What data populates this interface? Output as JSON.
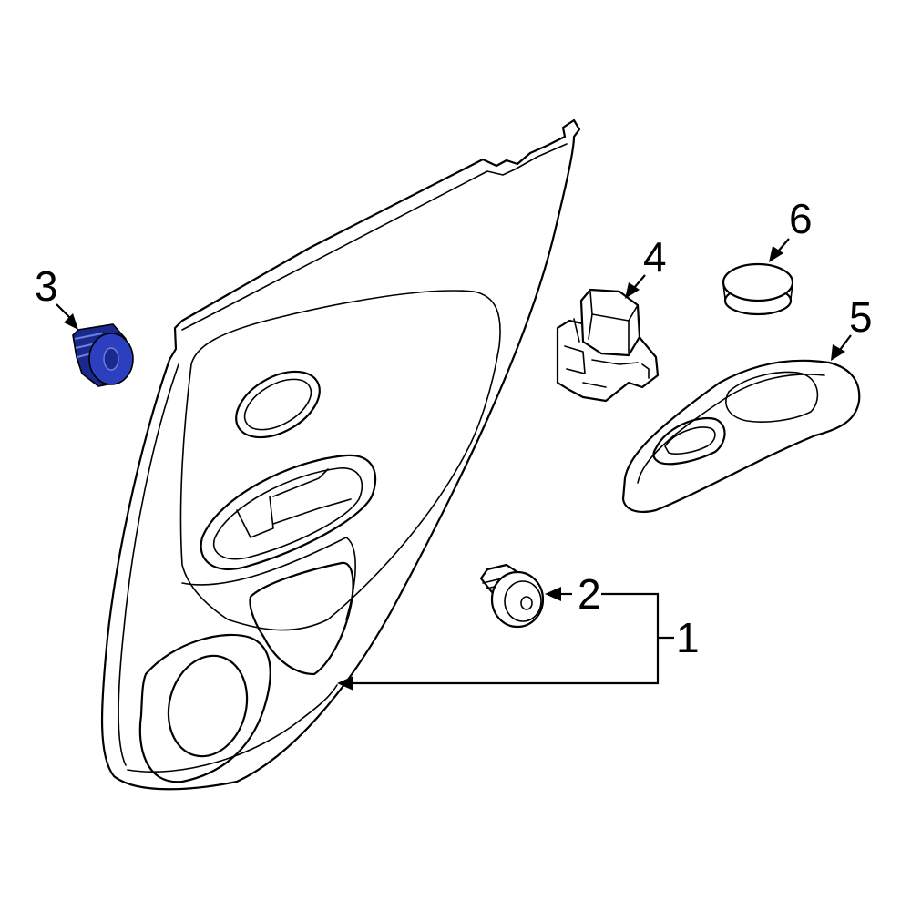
{
  "callouts": {
    "part_1": "1",
    "part_2": "2",
    "part_3": "3",
    "part_4": "4",
    "part_5": "5",
    "part_6": "6"
  },
  "colors": {
    "line": "#000000",
    "background": "#ffffff",
    "highlight": "#2b3fbf",
    "highlight_dark": "#1a2a8c"
  },
  "highlighted_part": "3"
}
